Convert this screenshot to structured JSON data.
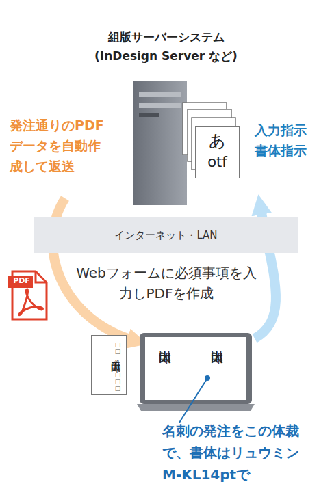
{
  "diagram": {
    "nodes": [
      {
        "text": [
          "組版サーバーシステム (InDesign Server など)"
        ]
      },
      {
        "text": [
          "あ",
          "otf"
        ],
        "in": 0
      },
      {
        "text": [
          "インターネット・LAN"
        ]
      },
      {
        "text": [
          "山田太郎",
          "山田太郎"
        ]
      },
      {
        "text": [
          "□□会社",
          "山田太郎",
          "□□□□"
        ]
      }
    ],
    "edges": [
      {
        "from": 0,
        "to": 3,
        "arrow": "to",
        "label": "発注通りのPDFデータを自動作成して返送"
      },
      {
        "from": 3,
        "to": 0,
        "arrow": "to",
        "label": "入力指示 書体指示"
      }
    ],
    "labels": [
      "Webフォームに必須事項を入力しPDFを作成",
      "PDF",
      "名刺の発注をこの体裁で、書体はリュウミンM-KL14ptで"
    ]
  }
}
